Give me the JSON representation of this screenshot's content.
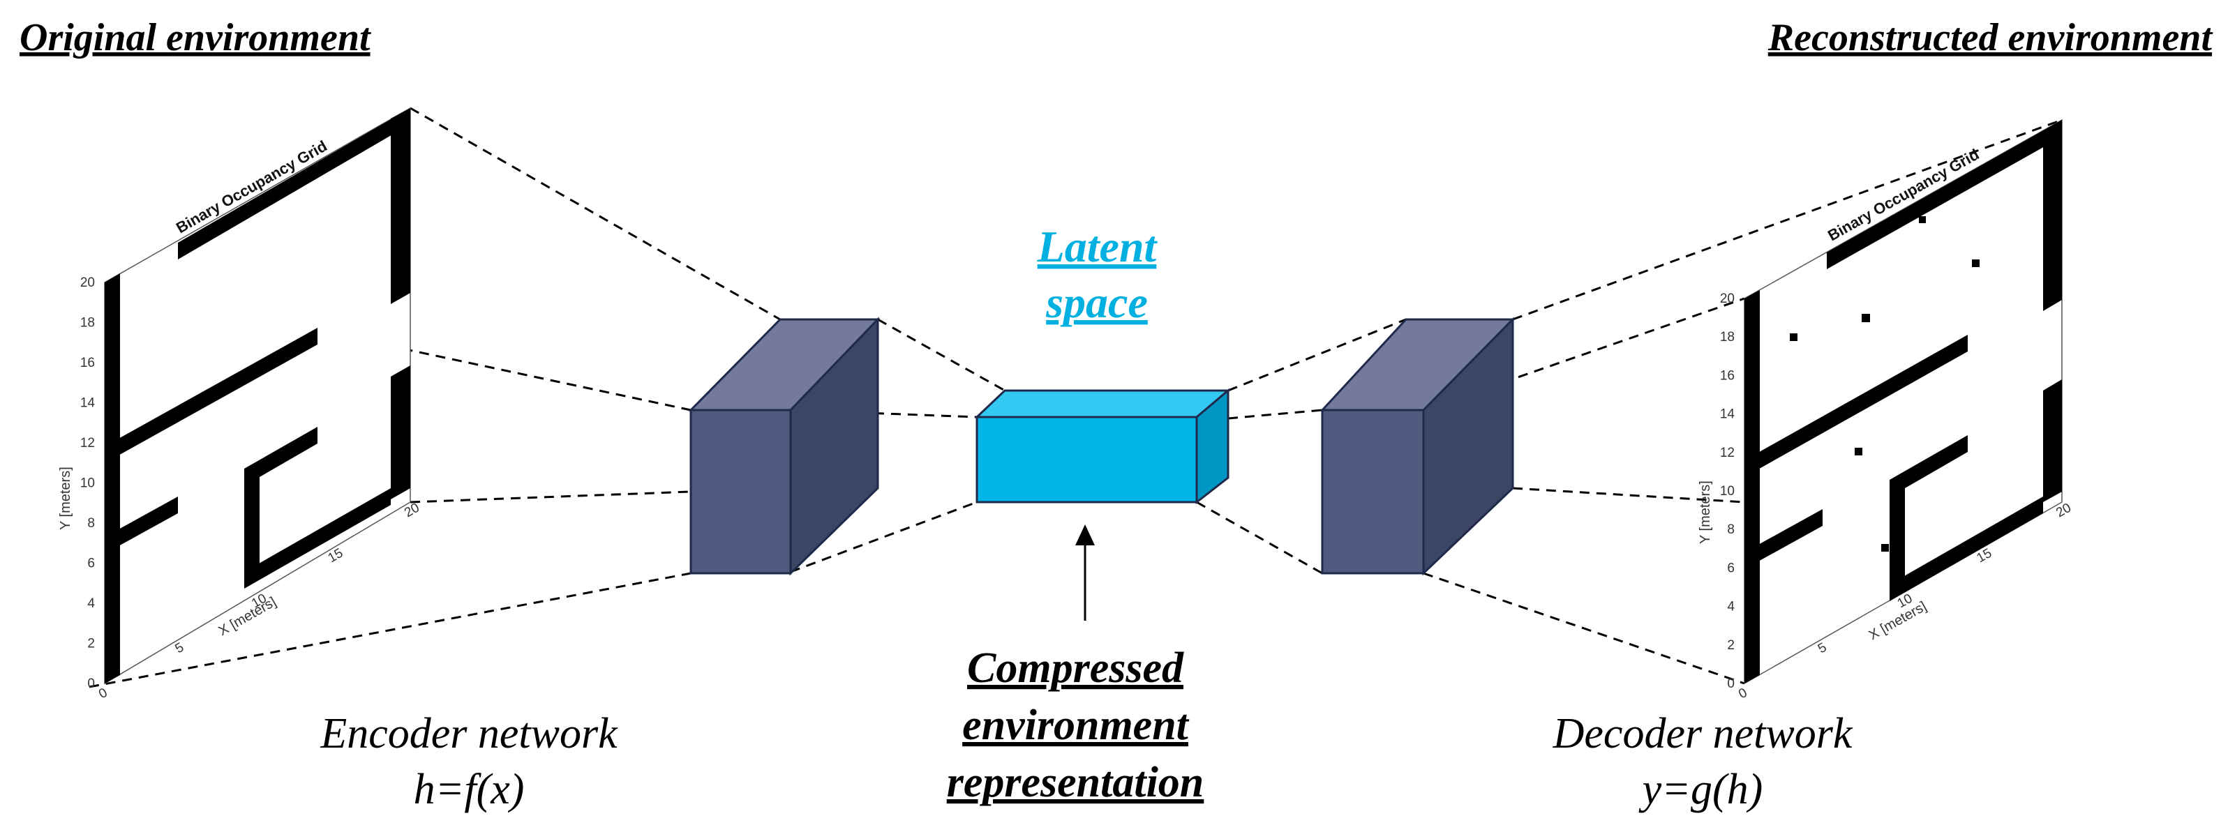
{
  "left_panel": {
    "title": "Original environment",
    "grid_title": "Binary Occupancy Grid",
    "y_axis_label": "Y [meters]",
    "x_axis_label": "X [meters]",
    "y_ticks": [
      "0",
      "2",
      "4",
      "6",
      "8",
      "10",
      "12",
      "14",
      "16",
      "18",
      "20"
    ],
    "x_ticks": [
      "0",
      "5",
      "10",
      "15",
      "20"
    ]
  },
  "right_panel": {
    "title": "Reconstructed environment",
    "grid_title": "Binary Occupancy Grid",
    "y_axis_label": "Y [meters]",
    "x_axis_label": "X [meters]",
    "y_ticks": [
      "0",
      "2",
      "4",
      "6",
      "8",
      "10",
      "12",
      "14",
      "16",
      "18",
      "20"
    ],
    "x_ticks": [
      "0",
      "5",
      "10",
      "15",
      "20"
    ]
  },
  "encoder": {
    "caption": "Encoder network",
    "formula": "h=f(x)"
  },
  "decoder": {
    "caption": "Decoder network",
    "formula": "y=g(h)"
  },
  "latent": {
    "line1": "Latent",
    "line2": "space"
  },
  "compressed": {
    "line1": "Compressed",
    "line2": "environment",
    "line3": "representation"
  },
  "colors": {
    "block_front": "#4f5a7e",
    "block_top": "#737a9c",
    "block_side": "#3d4566",
    "latent_front": "#00b5e8",
    "latent_top": "#33c9f2",
    "latent_side": "#0096c4",
    "latent_text": "#00b0e0",
    "walls": "#000000"
  }
}
